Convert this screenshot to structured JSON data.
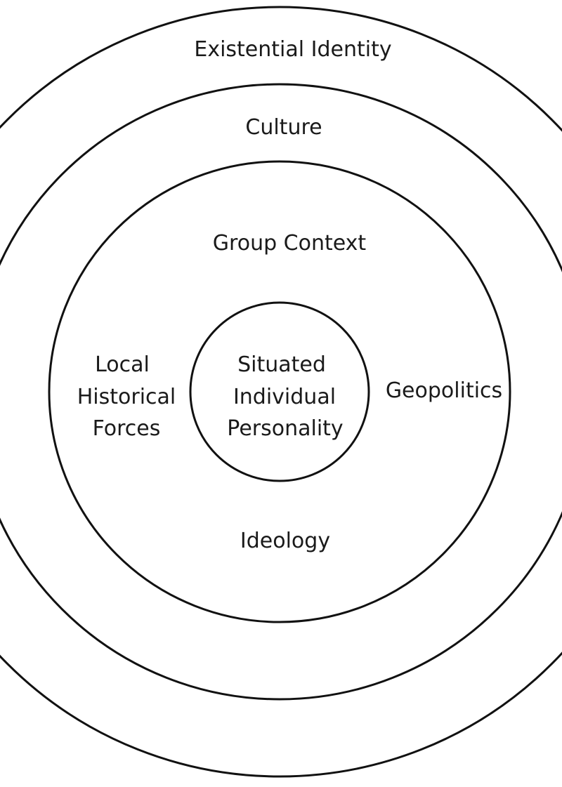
{
  "diagram": {
    "type": "concentric-circles",
    "line_color": "#111111",
    "background": "#ffffff",
    "rings": {
      "outer": {
        "label": "Existential Identity"
      },
      "second": {
        "label": "Culture"
      },
      "third": {
        "top_label": "Group Context",
        "left_label": [
          "Local",
          "Historical",
          "Forces"
        ],
        "right_label": "Geopolitics",
        "bottom_label": "Ideology"
      },
      "center": {
        "label": [
          "Situated",
          "Individual",
          "Personality"
        ]
      }
    }
  }
}
